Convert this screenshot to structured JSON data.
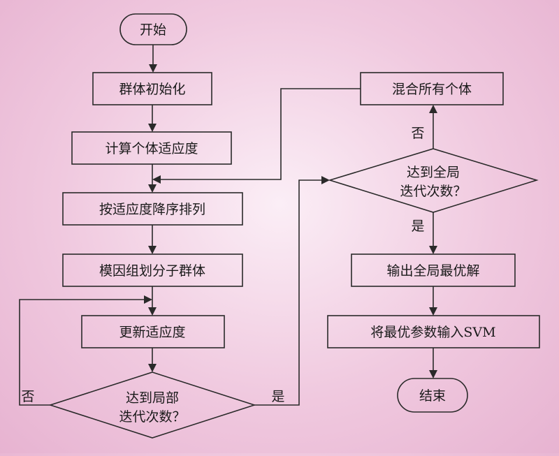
{
  "flowchart": {
    "start": "开始",
    "init_population": "群体初始化",
    "compute_fitness": "计算个体适应度",
    "sort_by_fitness": "按适应度降序排列",
    "divide_subpopulations": "模因组划分子群体",
    "update_fitness": "更新适应度",
    "local_check": [
      "达到局部",
      "迭代次数？"
    ],
    "global_check": [
      "达到全局",
      "迭代次数？"
    ],
    "mix_individuals": "混合所有个体",
    "output_global_best": "输出全局最优解",
    "feed_svm": "将最优参数输入SVM",
    "end": "结束",
    "local_no": "否",
    "local_yes": "是",
    "global_no": "否",
    "global_yes": "是"
  }
}
